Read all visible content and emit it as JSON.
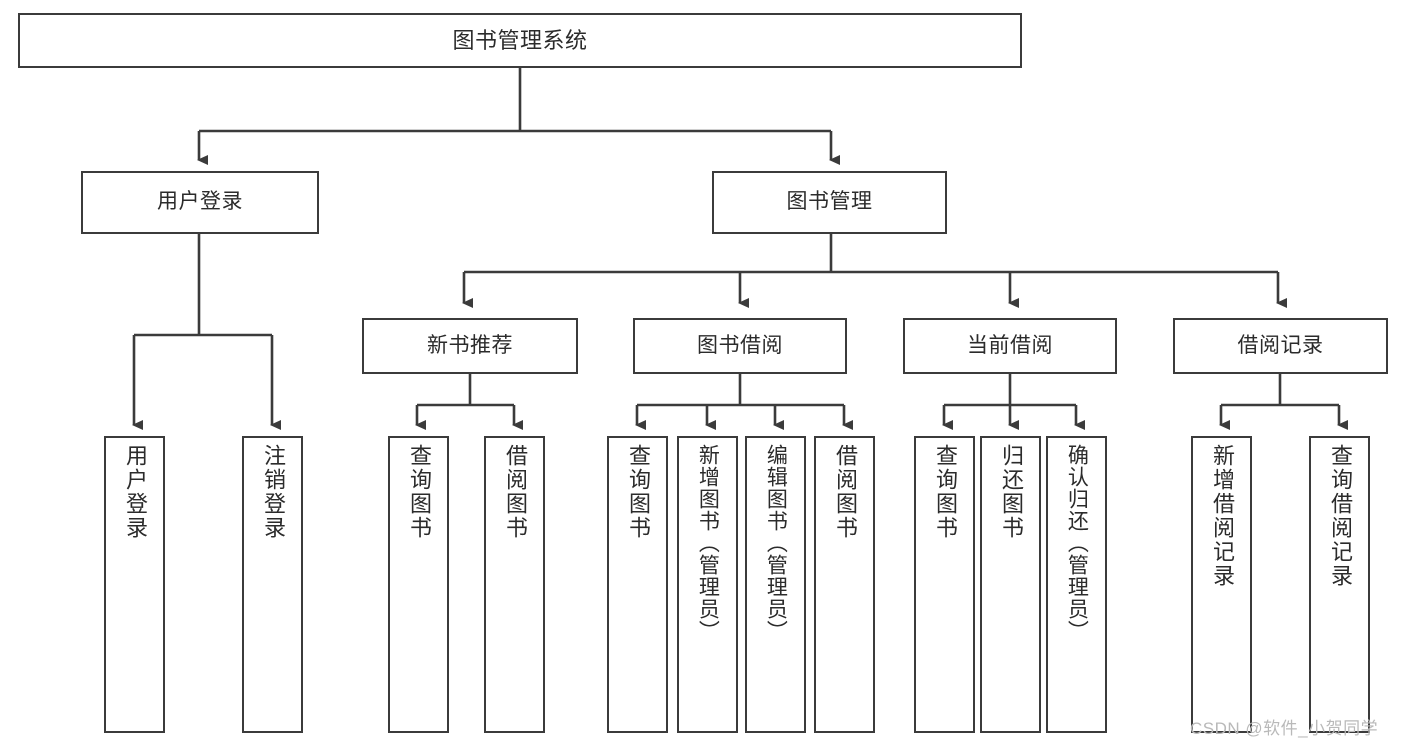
{
  "diagram": {
    "type": "hierarchy-tree",
    "title": "图书管理系统",
    "colors": {
      "stroke": "#3b3b3b",
      "fill": "#ffffff",
      "text": "#2b2b2b",
      "watermark": "#b9b9b9"
    },
    "root": {
      "label": "图书管理系统"
    },
    "level2": [
      {
        "label": "用户登录"
      },
      {
        "label": "图书管理"
      }
    ],
    "level3": [
      {
        "label": "新书推荐"
      },
      {
        "label": "图书借阅"
      },
      {
        "label": "当前借阅"
      },
      {
        "label": "借阅记录"
      }
    ],
    "leaves": {
      "user_login": [
        {
          "label": "用户登录"
        },
        {
          "label": "注销登录"
        }
      ],
      "new_book_recommend": [
        {
          "label": "查询图书"
        },
        {
          "label": "借阅图书"
        }
      ],
      "book_borrow": [
        {
          "label": "查询图书"
        },
        {
          "label": "新增图书（管理员）"
        },
        {
          "label": "编辑图书（管理员）"
        },
        {
          "label": "借阅图书"
        }
      ],
      "current_borrow": [
        {
          "label": "查询图书"
        },
        {
          "label": "归还图书"
        },
        {
          "label": "确认归还（管理员）"
        }
      ],
      "borrow_record": [
        {
          "label": "新增借阅记录"
        },
        {
          "label": "查询借阅记录"
        }
      ]
    },
    "watermark": "CSDN @软件_小贺同学"
  }
}
